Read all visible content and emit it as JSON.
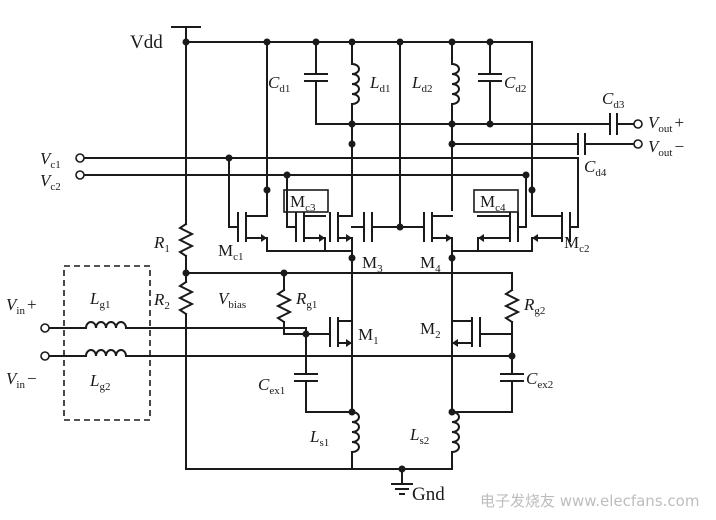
{
  "labels": {
    "vdd": "Vdd",
    "gnd": "Gnd",
    "vc1": {
      "main": "V",
      "sub": "c1"
    },
    "vc2": {
      "main": "V",
      "sub": "c2"
    },
    "vin_plus": {
      "main": "V",
      "sub": "in",
      "sign": "+"
    },
    "vin_minus": {
      "main": "V",
      "sub": "in",
      "sign": "−"
    },
    "vout_plus": {
      "main": "V",
      "sub": "out",
      "sign": "+"
    },
    "vout_minus": {
      "main": "V",
      "sub": "out",
      "sign": "−"
    },
    "cd1": {
      "main": "C",
      "sub": "d1"
    },
    "cd2": {
      "main": "C",
      "sub": "d2"
    },
    "cd3": {
      "main": "C",
      "sub": "d3"
    },
    "cd4": {
      "main": "C",
      "sub": "d4"
    },
    "ld1": {
      "main": "L",
      "sub": "d1"
    },
    "ld2": {
      "main": "L",
      "sub": "d2"
    },
    "mc1": {
      "main": "M",
      "sub": "c1"
    },
    "mc2": {
      "main": "M",
      "sub": "c2"
    },
    "mc3": {
      "main": "M",
      "sub": "c3"
    },
    "mc4": {
      "main": "M",
      "sub": "c4"
    },
    "m1": {
      "main": "M",
      "sub": "1"
    },
    "m2": {
      "main": "M",
      "sub": "2"
    },
    "m3": {
      "main": "M",
      "sub": "3"
    },
    "m4": {
      "main": "M",
      "sub": "4"
    },
    "r1": {
      "main": "R",
      "sub": "1"
    },
    "r2": {
      "main": "R",
      "sub": "2"
    },
    "rg1": {
      "main": "R",
      "sub": "g1"
    },
    "rg2": {
      "main": "R",
      "sub": "g2"
    },
    "vbias": {
      "main": "V",
      "sub": "bias"
    },
    "lg1": {
      "main": "L",
      "sub": "g1"
    },
    "lg2": {
      "main": "L",
      "sub": "g2"
    },
    "cex1": {
      "main": "C",
      "sub": "ex1"
    },
    "cex2": {
      "main": "C",
      "sub": "ex2"
    },
    "ls1": {
      "main": "L",
      "sub": "s1"
    },
    "ls2": {
      "main": "L",
      "sub": "s2"
    }
  },
  "watermark": "电子发烧友 www.elecfans.com"
}
